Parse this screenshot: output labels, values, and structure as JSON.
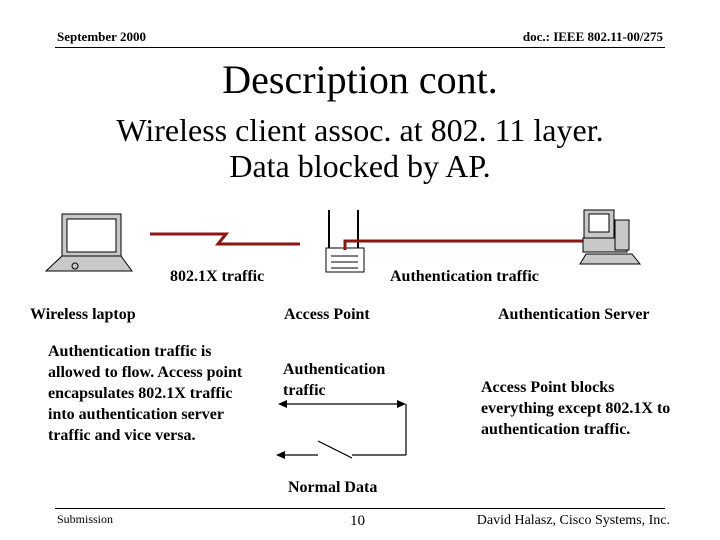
{
  "header": {
    "date": "September 2000",
    "doc": "doc.: IEEE 802.11-00/275"
  },
  "title": "Description cont.",
  "subtitle": {
    "line1": "Wireless client assoc. at 802. 11 layer.",
    "line2": "Data blocked by AP."
  },
  "labels": {
    "traffic_8021x": "802.1X traffic",
    "auth_traffic": "Authentication traffic",
    "laptop": "Wireless laptop",
    "access_point": "Access Point",
    "auth_server": "Authentication Server"
  },
  "left_text": [
    "Authentication traffic is",
    "allowed to flow. Access point",
    "encapsulates 802.1X traffic",
    "into authentication server",
    "traffic and vice versa."
  ],
  "switch_diagram": {
    "auth_label_line1": "Authentication",
    "auth_label_line2": "traffic",
    "normal_label": "Normal Data"
  },
  "right_text": [
    "Access Point blocks",
    "everything except 802.1X to",
    "authentication traffic."
  ],
  "footer": {
    "left": "Submission",
    "page": "10",
    "right": "David Halasz, Cisco Systems, Inc."
  },
  "colors": {
    "link_line": "#8b1414",
    "device_gray": "#c8c8c8"
  },
  "icons": [
    "laptop-icon",
    "access-point-icon",
    "server-computer-icon"
  ]
}
